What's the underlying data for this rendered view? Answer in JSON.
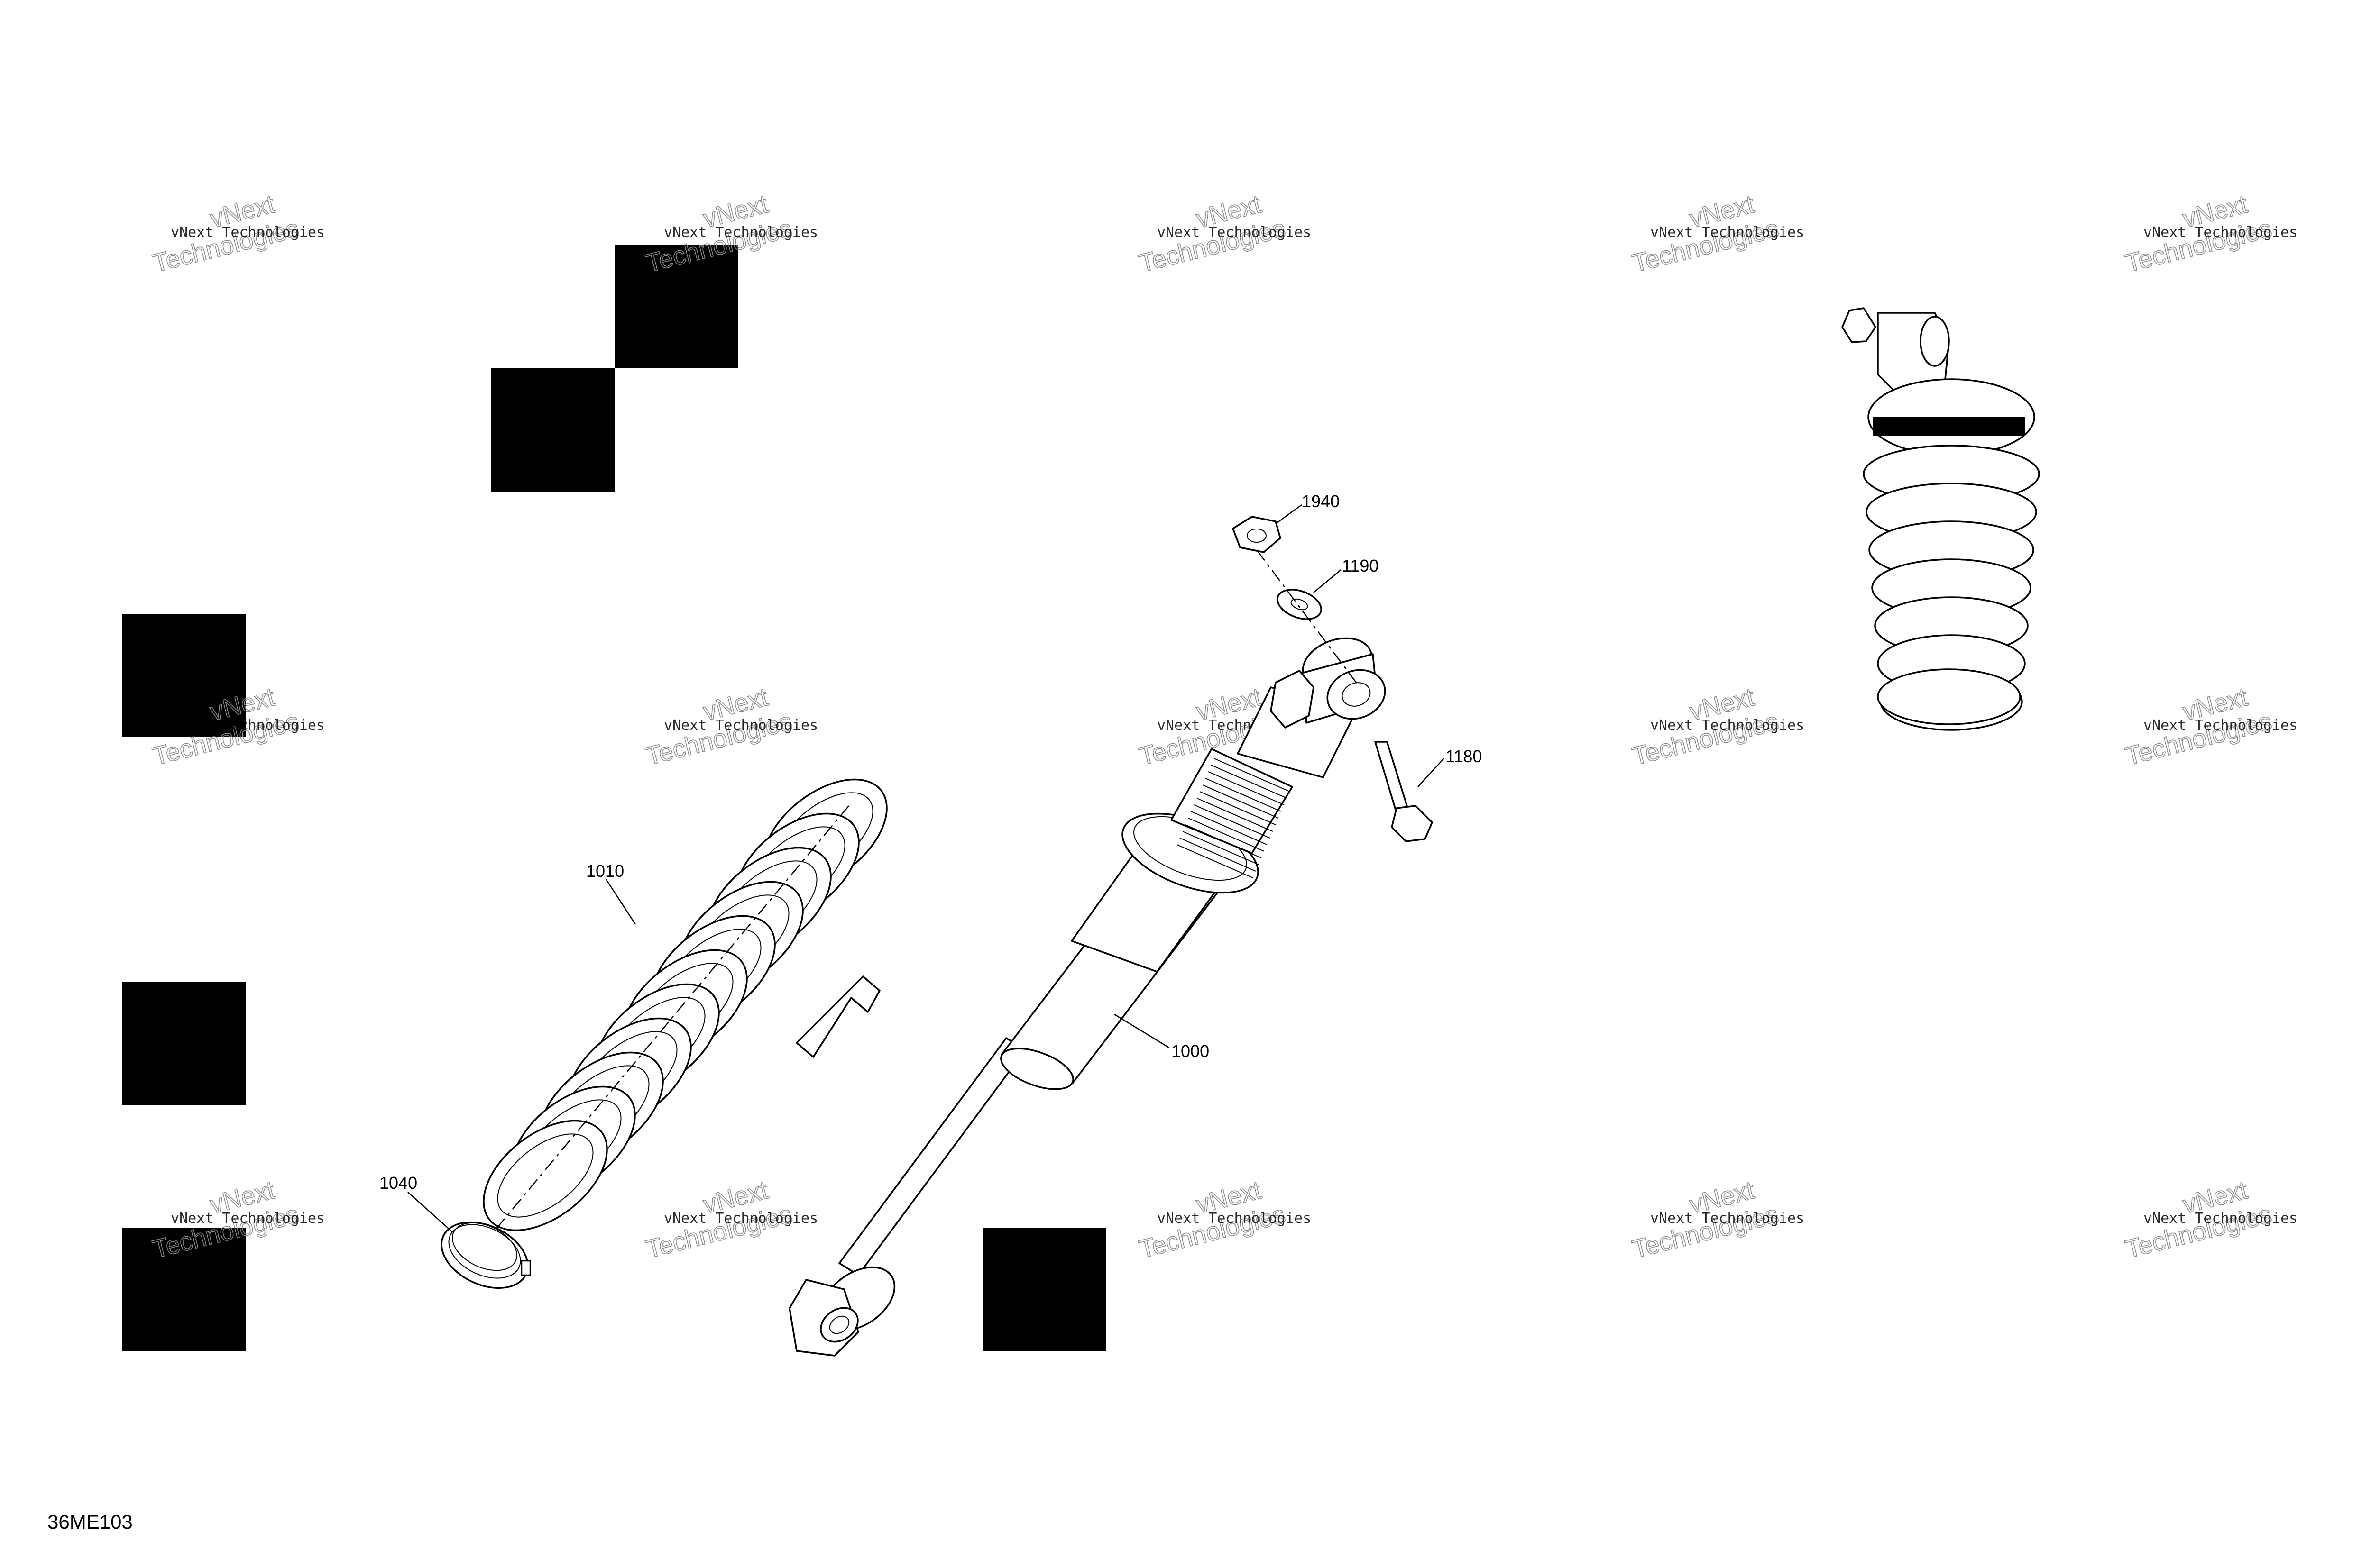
{
  "figure": {
    "code": "36ME103"
  },
  "callouts": [
    {
      "id": "1940",
      "label": "1940"
    },
    {
      "id": "1190",
      "label": "1190"
    },
    {
      "id": "1180",
      "label": "1180"
    },
    {
      "id": "1010",
      "label": "1010"
    },
    {
      "id": "1000",
      "label": "1000"
    },
    {
      "id": "1040",
      "label": "1040"
    }
  ],
  "watermark": {
    "line1": "vNext Technologies",
    "line2": "vNext",
    "line3": "Technologies"
  }
}
